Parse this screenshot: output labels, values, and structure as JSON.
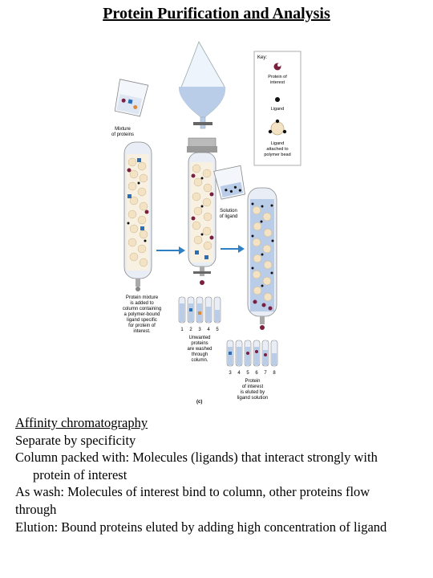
{
  "title": "Protein Purification and Analysis",
  "figure": {
    "key": {
      "heading": "Key:",
      "items": [
        {
          "line1": "Protein of",
          "line2": "interest"
        },
        {
          "line1": "Ligand",
          "line2": ""
        },
        {
          "line1": "Ligand",
          "line2": "attached to",
          "line3": "polymer bead"
        }
      ]
    },
    "beaker1_label": [
      "Mixture",
      "of proteins"
    ],
    "beaker2_label": [
      "Solution",
      "of ligand"
    ],
    "caption1": [
      "Protein mixture",
      "is added to",
      "column containing",
      "a polymer-bound",
      "ligand specific",
      "for protein of",
      "interest."
    ],
    "caption2": [
      "Unwanted",
      "proteins",
      "are washed",
      "through",
      "column."
    ],
    "caption3": [
      "Protein",
      "of interest",
      "is eluted by",
      "ligand solution"
    ],
    "tubes1_numbers": [
      "1",
      "2",
      "3",
      "4",
      "5"
    ],
    "tubes2_numbers": [
      "3",
      "4",
      "5",
      "6",
      "7",
      "8"
    ],
    "panel_label": "(c)"
  },
  "body": {
    "heading": "Affinity chromatography",
    "line1": "Separate by specificity",
    "line2a": "Column packed with: Molecules (ligands) that interact strongly with",
    "line2b": "protein of interest",
    "line3a": "As wash: Molecules of interest bind to column, other proteins flow",
    "line3b": "through",
    "line4": "Elution: Bound proteins eluted by adding high concentration of ligand"
  },
  "colors": {
    "liquid": "#b9cde8",
    "bead": "#f3e3c4",
    "protein_interest": "#7a1f3f",
    "ligand": "#111111",
    "other_protein_blue": "#2a6fb5",
    "arrow": "#2f7fc4"
  }
}
